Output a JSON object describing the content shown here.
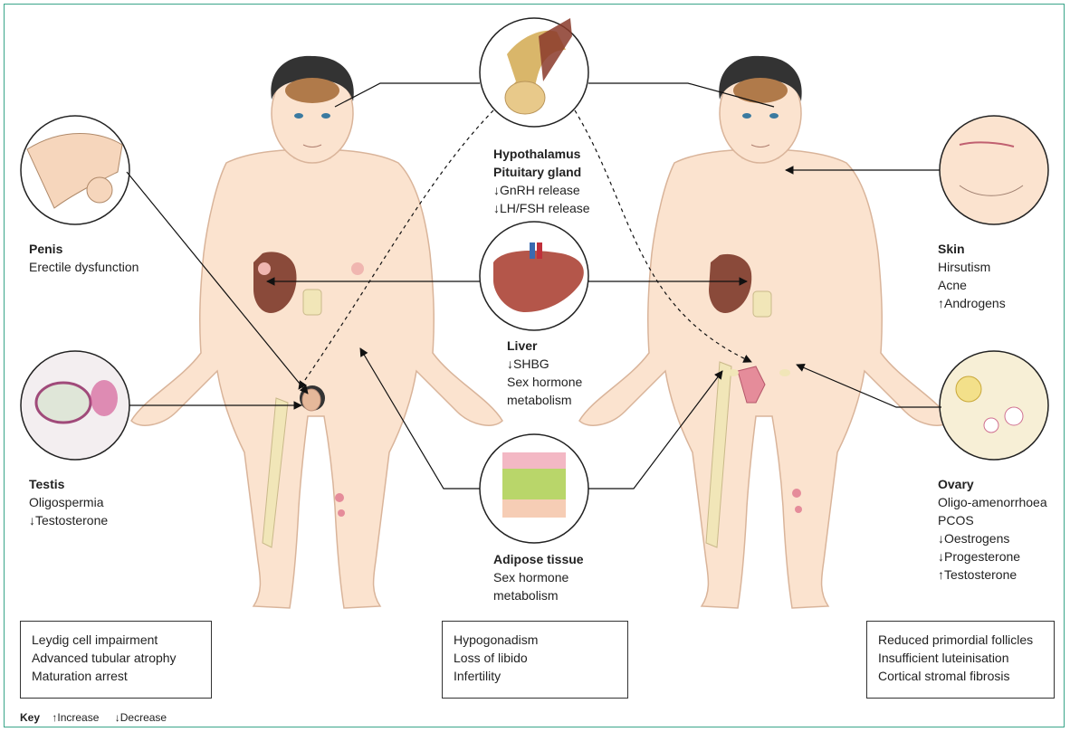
{
  "labels": {
    "hypothalamus": {
      "title1": "Hypothalamus",
      "title2": "Pituitary gland",
      "lines": [
        "↓GnRH release",
        "↓LH/FSH release"
      ]
    },
    "liver": {
      "title": "Liver",
      "lines": [
        "↓SHBG",
        "Sex hormone",
        "metabolism"
      ]
    },
    "adipose": {
      "title": "Adipose tissue",
      "lines": [
        "Sex hormone",
        "metabolism"
      ]
    },
    "penis": {
      "title": "Penis",
      "lines": [
        "Erectile dysfunction"
      ]
    },
    "testis": {
      "title": "Testis",
      "lines": [
        "Oligospermia",
        "↓Testosterone"
      ]
    },
    "skin": {
      "title": "Skin",
      "lines": [
        "Hirsutism",
        "Acne",
        "↑Androgens"
      ]
    },
    "ovary": {
      "title": "Ovary",
      "lines": [
        "Oligo-amenorrhoea",
        "PCOS",
        "↓Oestrogens",
        "↓Progesterone",
        "↑Testosterone"
      ]
    }
  },
  "boxes": {
    "male": [
      "Leydig cell impairment",
      "Advanced tubular atrophy",
      "Maturation arrest"
    ],
    "center": [
      "Hypogonadism",
      "Loss of libido",
      "Infertility"
    ],
    "female": [
      "Reduced primordial follicles",
      "Insufficient luteinisation",
      "Cortical stromal fibrosis"
    ]
  },
  "key": {
    "title": "Key",
    "increase": "↑Increase",
    "decrease": "↓Decrease"
  },
  "colors": {
    "frame": "#3aa58a",
    "skin": "#fbe3cf",
    "skin_outline": "#d9b49a",
    "liver": "#8a4a3a",
    "hair": "#333333",
    "bone": "#f1e6b8",
    "adipose_yellow": "#b9d66a",
    "adipose_pink": "#f3b8c4"
  }
}
